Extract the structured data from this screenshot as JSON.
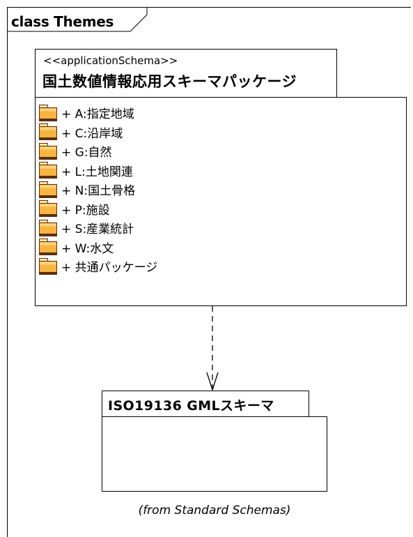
{
  "frame": {
    "title": "class Themes"
  },
  "top_package": {
    "stereotype": "<<applicationSchema>>",
    "name": "国土数値情報応用スキーマパッケージ",
    "items": [
      {
        "label": "+ A:指定地域",
        "icon": "folder-icon"
      },
      {
        "label": "+ C:沿岸域",
        "icon": "folder-icon"
      },
      {
        "label": "+ G:自然",
        "icon": "folder-icon"
      },
      {
        "label": "+ L:土地関連",
        "icon": "folder-icon"
      },
      {
        "label": "+ N:国土骨格",
        "icon": "folder-icon"
      },
      {
        "label": "+ P:施設",
        "icon": "folder-icon"
      },
      {
        "label": "+ S:産業統計",
        "icon": "folder-icon"
      },
      {
        "label": "+ W:水文",
        "icon": "folder-icon"
      },
      {
        "label": "+ 共通パッケージ",
        "icon": "folder-icon"
      }
    ]
  },
  "dependency": {
    "style": "dashed",
    "arrowhead": "open"
  },
  "bottom_package": {
    "name": "ISO19136 GMLスキーマ",
    "from": "(from Standard Schemas)"
  },
  "colors": {
    "folder_fill": "#f7b441",
    "folder_light": "#fde7a6",
    "folder_dark": "#5a2e0a"
  }
}
